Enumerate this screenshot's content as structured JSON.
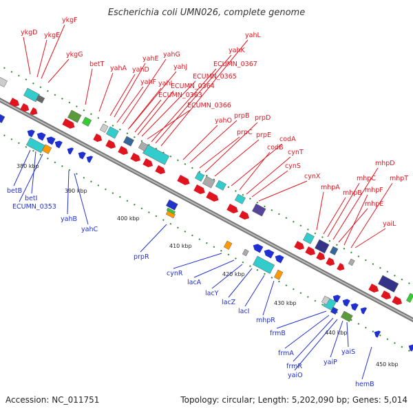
{
  "title": "Escherichia coli UMN026, complete genome",
  "accession": "Accession: NC_011751",
  "topology": "Topology: circular; Length: 5,202,090 bp; Genes: 5,014",
  "colors": {
    "forward": "#e0141e",
    "reverse": "#1f2fd0",
    "backbone": "#999999",
    "tick": "#2a8a2a"
  },
  "ticks": [
    "380 kbp",
    "390 kbp",
    "400 kbp",
    "410 kbp",
    "420 kbp",
    "430 kbp",
    "440 kbp",
    "450 kbp"
  ],
  "forward_genes": [
    "ykgD",
    "ykgE",
    "ykgF",
    "ykgG",
    "betT",
    "yahA",
    "yahD",
    "yahE",
    "yahF",
    "yahG",
    "yahI",
    "yahJ",
    "ECUMN_0363",
    "ECUMN_0364",
    "ECUMN_0365",
    "ECUMN_0366",
    "ECUMN_0367",
    "yahK",
    "yahL",
    "yahO",
    "prpB",
    "prpC",
    "prpD",
    "prpE",
    "codA",
    "codB",
    "cynT",
    "cynS",
    "cynX",
    "mhpA",
    "mhpB",
    "mhpC",
    "mhpD",
    "mhpE",
    "mhpF",
    "mhpT",
    "yaiL"
  ],
  "reverse_genes": [
    "betB",
    "betI",
    "ECUMN_0353",
    "yahB",
    "yahC",
    "prpR",
    "cynR",
    "lacA",
    "lacY",
    "lacZ",
    "lacI",
    "mhpR",
    "frmB",
    "frmA",
    "frmR",
    "yaiO",
    "yaiP",
    "yaiS",
    "hemB"
  ]
}
